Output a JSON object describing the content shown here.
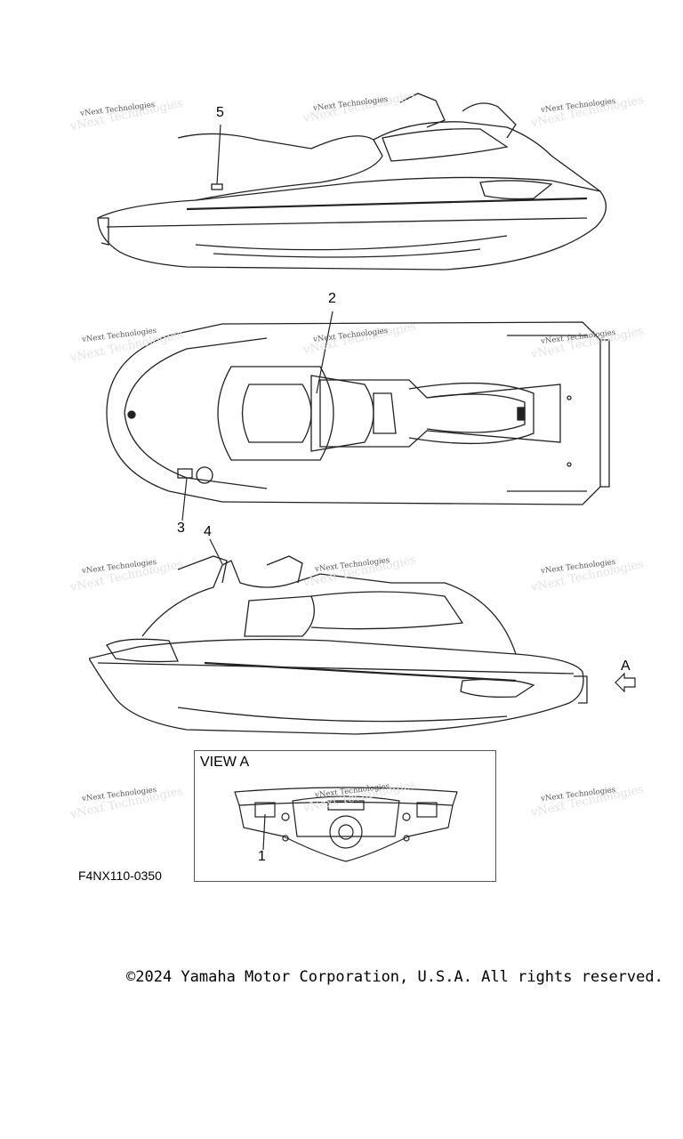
{
  "watermark": {
    "text": "vNext Technologies"
  },
  "callouts": [
    "1",
    "2",
    "3",
    "4",
    "5"
  ],
  "view_arrow_label": "A",
  "view_box": {
    "title": "VIEW A"
  },
  "part_code": "F4NX110-0350",
  "copyright": "©2024 Yamaha Motor Corporation, U.S.A. All rights reserved."
}
